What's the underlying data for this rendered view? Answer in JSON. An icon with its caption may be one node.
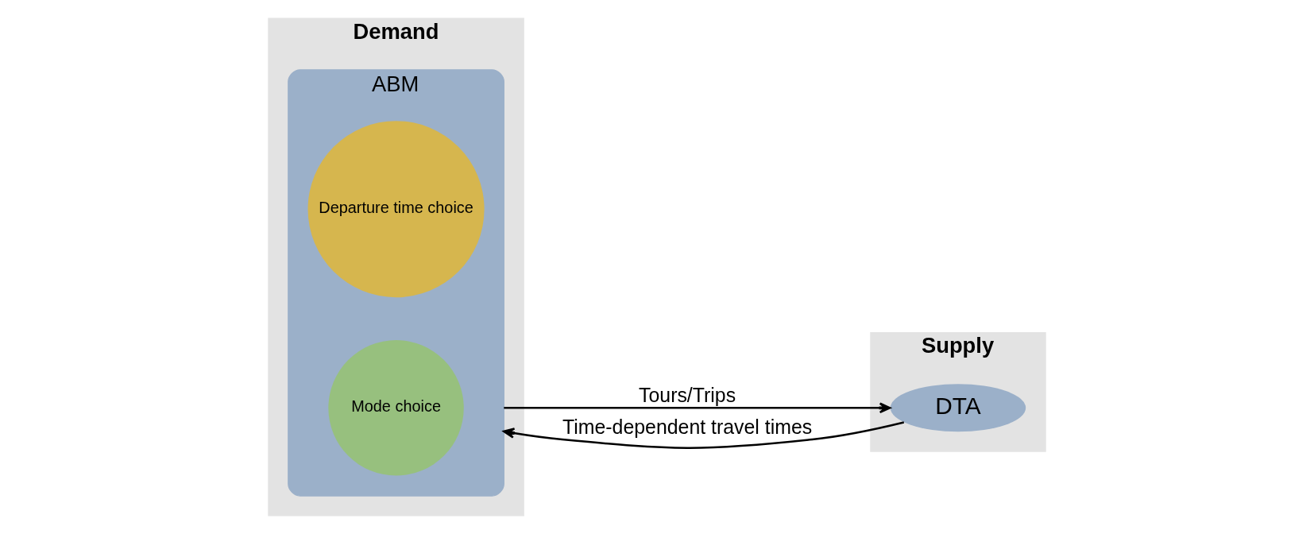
{
  "diagram": {
    "nodes": [
      {
        "text": [
          "Demand"
        ]
      },
      {
        "text": [
          "ABM"
        ],
        "in": 0
      },
      {
        "text": [
          "Departure time choice"
        ],
        "in": 1
      },
      {
        "text": [
          "Mode choice"
        ],
        "in": 1
      },
      {
        "text": [
          "Supply"
        ]
      },
      {
        "text": [
          "DTA"
        ],
        "in": 4
      }
    ],
    "edges": [
      {
        "from": 1,
        "to": 5,
        "arrow": "to",
        "label": "Tours/Trips"
      },
      {
        "from": 5,
        "to": 1,
        "arrow": "to",
        "label": "Time-dependent travel times"
      }
    ]
  }
}
